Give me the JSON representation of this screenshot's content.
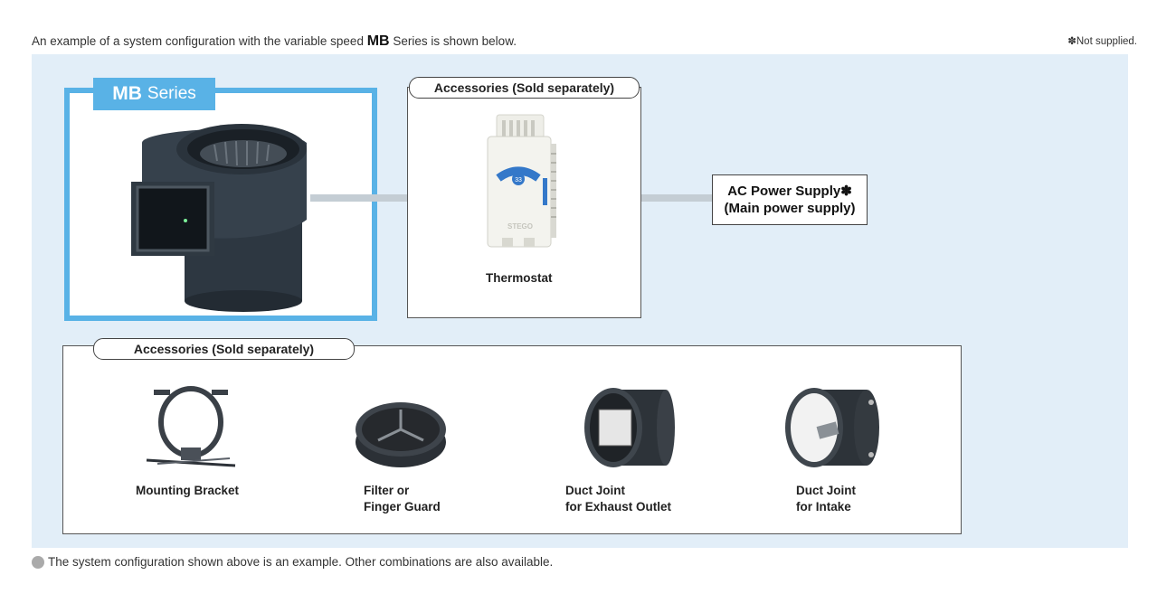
{
  "intro": {
    "prefix": "An example of a system configuration with the variable speed",
    "series": "MB",
    "suffix": "Series is shown below."
  },
  "note": "✽Not supplied.",
  "mb_label": {
    "bold": "MB",
    "rest": "Series"
  },
  "accessories_tag_top": "Accessories (Sold separately)",
  "thermostat_label": "Thermostat",
  "thermostat_dial_number": "33",
  "thermostat_brand": "STEGO",
  "power_supply": {
    "line1": "AC Power Supply✽",
    "line2": "(Main power supply)"
  },
  "accessories_tag_bottom": "Accessories (Sold separately)",
  "accessories": [
    {
      "line1": "Mounting Bracket",
      "line2": ""
    },
    {
      "line1": "Filter or",
      "line2": "Finger Guard"
    },
    {
      "line1": "Duct Joint",
      "line2": "for Exhaust Outlet"
    },
    {
      "line1": "Duct Joint",
      "line2": "for Intake"
    }
  ],
  "footer": "The system configuration shown above is an example. Other combinations are also available.",
  "colors": {
    "accent": "#59b2e6",
    "panel": "#e2eef8",
    "wire": "#c4cdd4"
  }
}
